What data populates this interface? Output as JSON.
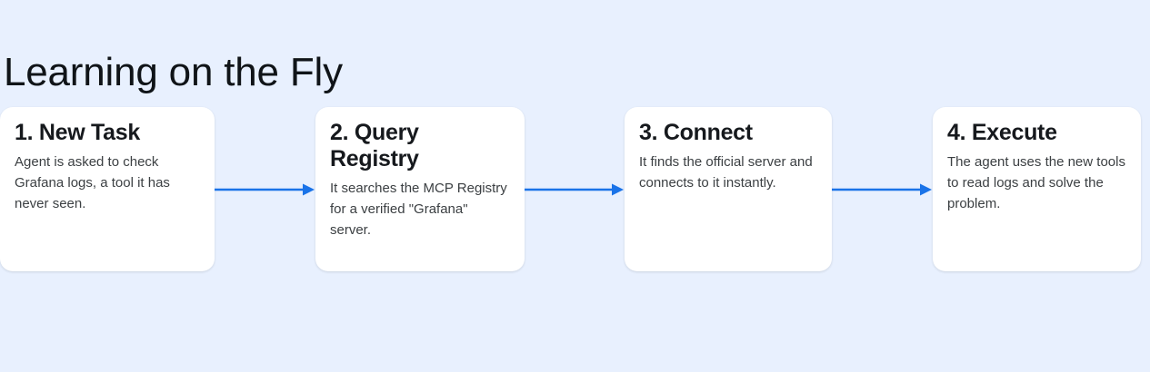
{
  "page": {
    "title": "Learning on the Fly",
    "background_color": "#e8f0fe",
    "card_background_color": "#ffffff",
    "heading_color": "#16191d",
    "body_color": "#3c4043",
    "arrow_color": "#1a73e8"
  },
  "flow": {
    "steps": [
      {
        "heading": "1. New Task",
        "body": "Agent is asked to check Grafana logs, a tool it has never seen."
      },
      {
        "heading": "2. Query Registry",
        "body": "It searches the MCP Registry for a verified \"Grafana\" server."
      },
      {
        "heading": "3. Connect",
        "body": "It finds the official server and connects to it instantly."
      },
      {
        "heading": "4. Execute",
        "body": "The agent uses the new tools to read logs and solve the problem."
      }
    ],
    "connectors": [
      {
        "name": "arrow-step1-to-step2"
      },
      {
        "name": "arrow-step2-to-step3"
      },
      {
        "name": "arrow-step3-to-step4"
      }
    ]
  }
}
